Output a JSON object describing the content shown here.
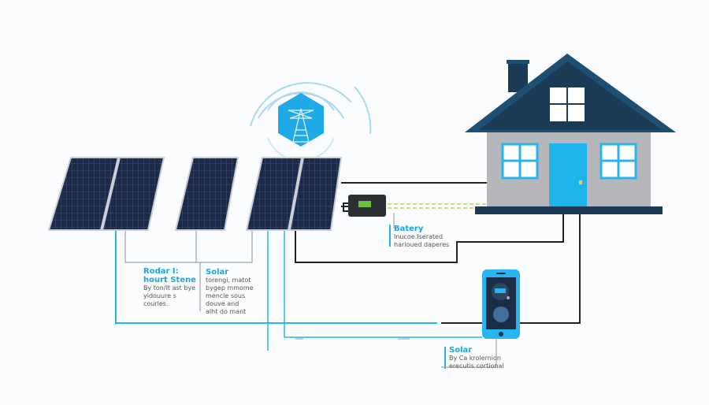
{
  "colors": {
    "accent": "#29b6f0",
    "house_roof": "#1b3a55",
    "house_wall": "#b5b7ba",
    "panel": "#1c2a4a",
    "wire_dark": "#222222",
    "wire_green": "#9ccc3c"
  },
  "icons": [
    "solar-panel-icon",
    "power-tower-icon",
    "inverter-icon",
    "house-icon",
    "smartphone-icon"
  ],
  "labels": {
    "rooftop": {
      "title_line1": "Rodar I:",
      "title_line2": "hourt Stene",
      "body": [
        "By ton/It ast bye",
        "yidouure s",
        "courles."
      ]
    },
    "solar1": {
      "title": "Solar",
      "body": [
        "torengi, matot",
        "bygep mmome",
        "mencle sous",
        "douve and",
        "alht do mant"
      ]
    },
    "battery": {
      "title": "Batery",
      "body": [
        "Inucoe.Iserated",
        "harioued daperes"
      ]
    },
    "solar2": {
      "title": "Solar",
      "body": [
        "By Ca krolernion",
        "erecutis cortional"
      ]
    }
  }
}
